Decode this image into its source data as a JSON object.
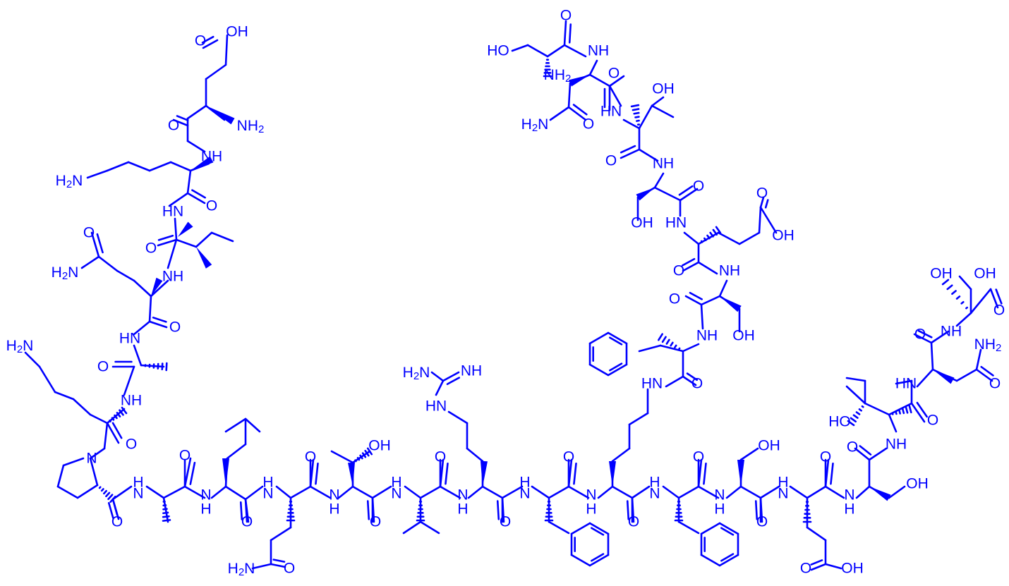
{
  "colors": {
    "ink": "#0000ff",
    "background": "#ffffff"
  },
  "labels": {
    "oh": "OH",
    "ho": "HO",
    "nh": "NH",
    "hn": "HN",
    "h": "H",
    "n": "N",
    "o": "O",
    "nh2": "NH2",
    "h2n": "H2N"
  }
}
